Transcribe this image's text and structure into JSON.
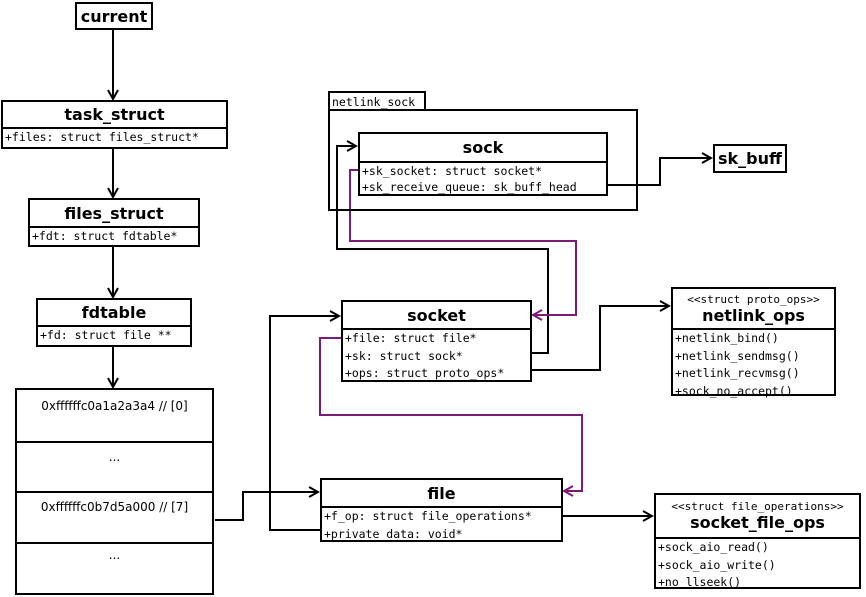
{
  "colors": {
    "line": "#000000",
    "highlight": "#7a1a7a"
  },
  "current": {
    "title": "current"
  },
  "task_struct": {
    "title": "task_struct",
    "attrs": [
      "+files: struct files_struct*"
    ]
  },
  "files_struct": {
    "title": "files_struct",
    "attrs": [
      "+fdt: struct fdtable*"
    ]
  },
  "fdtable": {
    "title": "fdtable",
    "attrs": [
      "+fd: struct file **"
    ]
  },
  "fd_array": {
    "cells": [
      "0xffffffc0a1a2a3a4 // [0]",
      "...",
      "0xffffffc0b7d5a000 // [7]",
      "..."
    ]
  },
  "netlink_sock": {
    "label": "netlink_sock"
  },
  "sock": {
    "title": "sock",
    "attrs": [
      "+sk_socket: struct socket*",
      "+sk_receive_queue: sk_buff_head"
    ]
  },
  "sk_buff": {
    "title": "sk_buff"
  },
  "socket": {
    "title": "socket",
    "attrs": [
      "+file: struct file*",
      "+sk: struct sock*",
      "+ops: struct proto_ops*"
    ]
  },
  "proto_ops": {
    "stereotype": "<<struct proto_ops>>",
    "title": "netlink_ops",
    "attrs": [
      "+netlink_bind()",
      "+netlink_sendmsg()",
      "+netlink_recvmsg()",
      "+sock_no_accept()"
    ]
  },
  "file": {
    "title": "file",
    "attrs": [
      "+f_op: struct file_operations*",
      "+private_data: void*"
    ]
  },
  "file_ops": {
    "stereotype": "<<struct file_operations>>",
    "title": "socket_file_ops",
    "attrs": [
      "+sock_aio_read()",
      "+sock_aio_write()",
      "+no_llseek()"
    ]
  }
}
